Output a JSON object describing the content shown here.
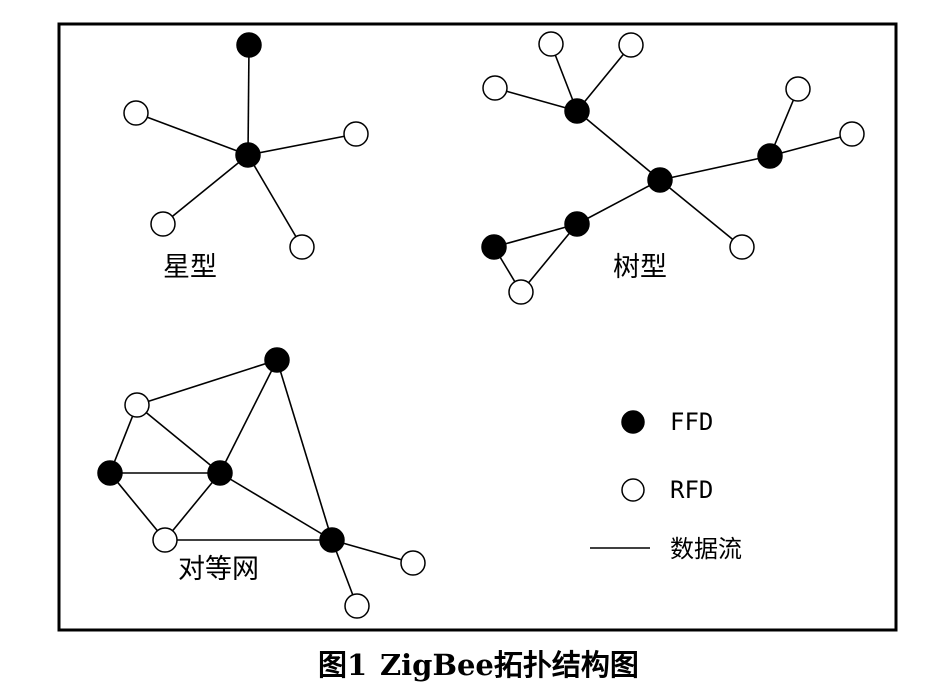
{
  "topologies": {
    "star": {
      "label": "星型"
    },
    "tree": {
      "label": "树型"
    },
    "mesh": {
      "label": "对等网"
    }
  },
  "legend": {
    "ffd": "FFD",
    "rfd": "RFD",
    "flow": "数据流"
  },
  "caption": {
    "number": "图1",
    "text": "ZigBee拓扑结构图"
  }
}
